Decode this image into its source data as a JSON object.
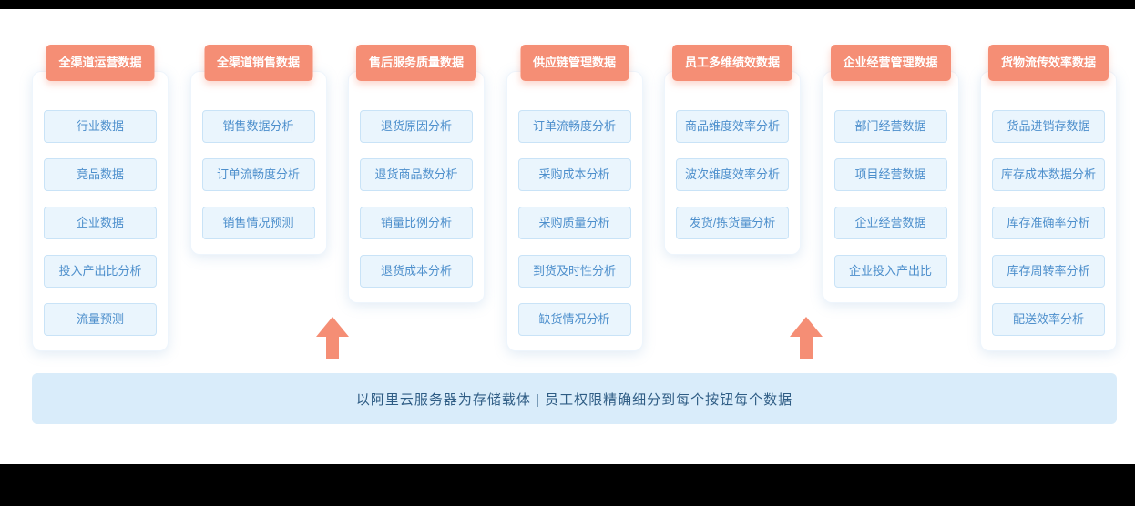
{
  "banner": {
    "text": "以阿里云服务器为存储载体   |   员工权限精确细分到每个按钮每个数据"
  },
  "columns": [
    {
      "title": "全渠道运营数据",
      "arrow_after": false,
      "items": [
        "行业数据",
        "竞品数据",
        "企业数据",
        "投入产出比分析",
        "流量预测"
      ]
    },
    {
      "title": "全渠道销售数据",
      "arrow_after": true,
      "items": [
        "销售数据分析",
        "订单流畅度分析",
        "销售情况预测"
      ]
    },
    {
      "title": "售后服务质量数据",
      "arrow_after": false,
      "items": [
        "退货原因分析",
        "退货商品数分析",
        "销量比例分析",
        "退货成本分析"
      ]
    },
    {
      "title": "供应链管理数据",
      "arrow_after": false,
      "items": [
        "订单流畅度分析",
        "采购成本分析",
        "采购质量分析",
        "到货及时性分析",
        "缺货情况分析"
      ]
    },
    {
      "title": "员工多维绩效数据",
      "arrow_after": true,
      "items": [
        "商品维度效率分析",
        "波次维度效率分析",
        "发货/拣货量分析"
      ]
    },
    {
      "title": "企业经营管理数据",
      "arrow_after": false,
      "items": [
        "部门经营数据",
        "项目经营数据",
        "企业经营数据",
        "企业投入产出比"
      ]
    },
    {
      "title": "货物流传效率数据",
      "arrow_after": false,
      "items": [
        "货品进销存数据",
        "库存成本数据分析",
        "库存准确率分析",
        "库存周转率分析",
        "配送效率分析"
      ]
    }
  ],
  "colors": {
    "header_bg": "#f58e75",
    "arrow": "#f58e75",
    "item_bg": "#eaf5fd",
    "item_border": "#c9e3f7",
    "item_text": "#4d8fcc",
    "banner_bg": "#d9ecfa",
    "banner_text": "#2e5c84"
  }
}
